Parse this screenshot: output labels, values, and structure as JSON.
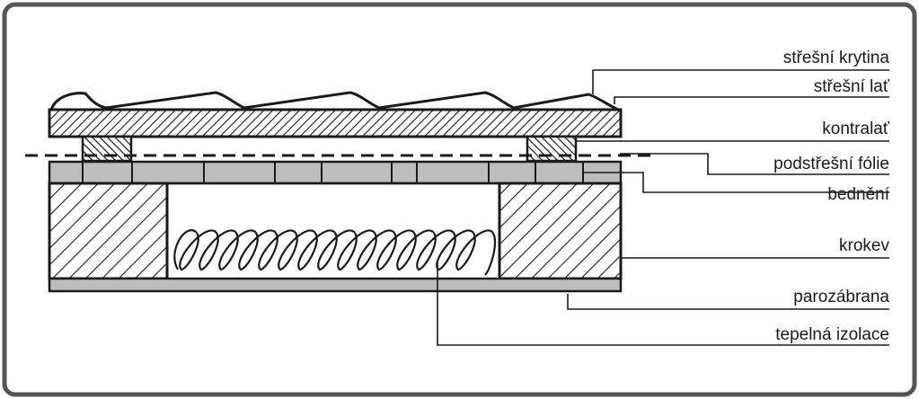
{
  "diagram": {
    "labels": {
      "stresni_krytina": "střešní krytina",
      "stresni_lat": "střešní lať",
      "kontralat": "kontralať",
      "podstresni_folie": "podstřešní fólie",
      "bedneni": "bednění",
      "krokev": "krokev",
      "parozabrana": "parozábrana",
      "tepelna_izolace": "tepelná izolace"
    }
  }
}
